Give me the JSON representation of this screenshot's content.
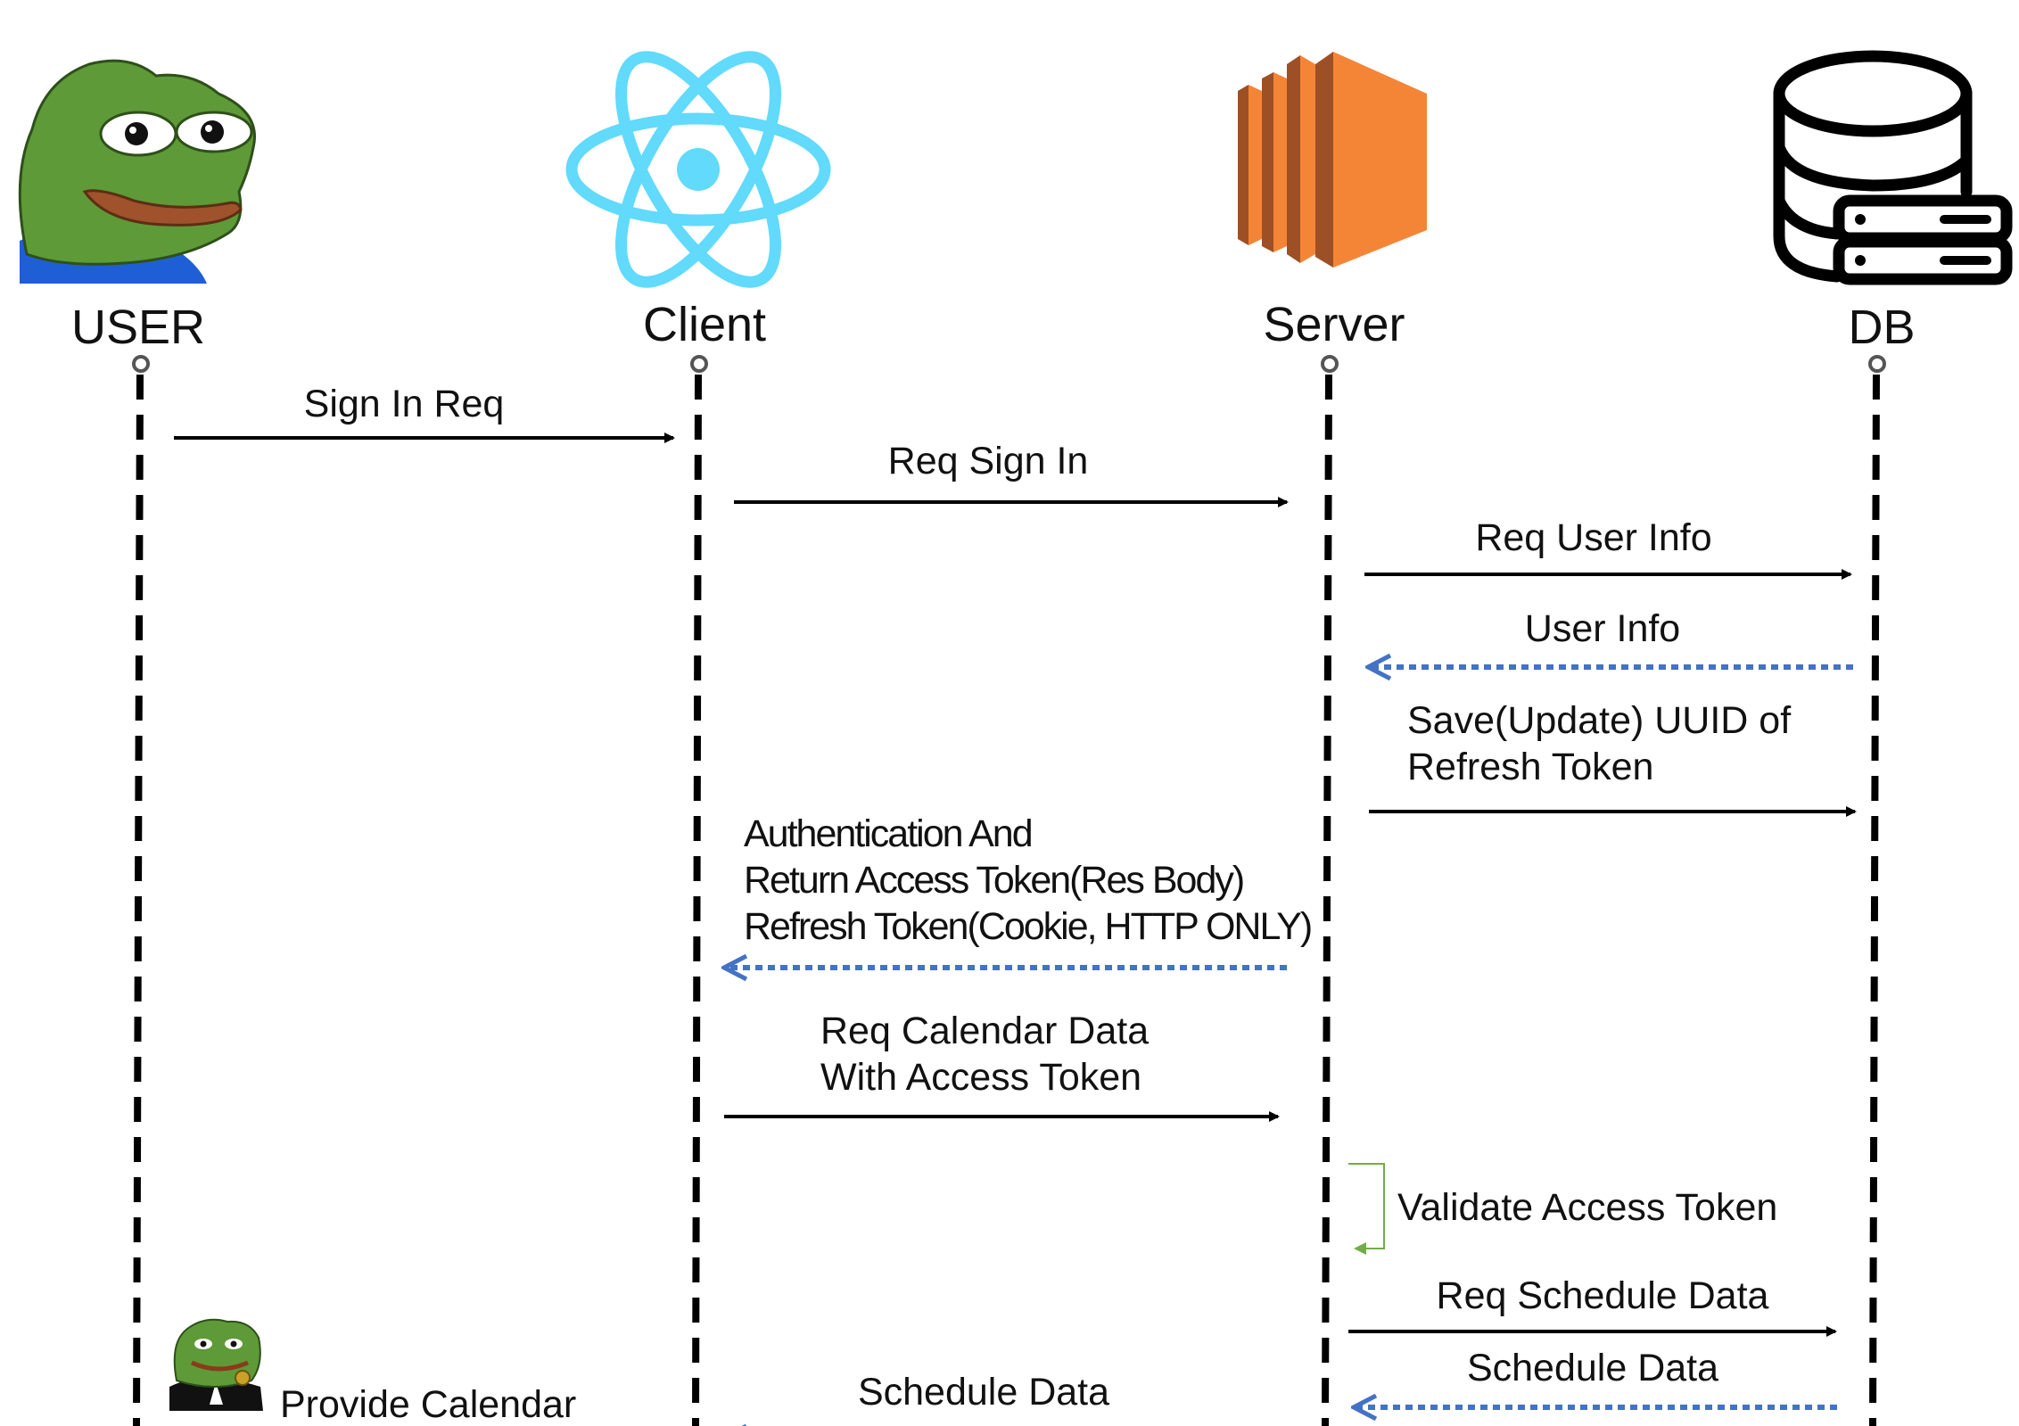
{
  "actors": [
    {
      "id": "user",
      "label": "USER",
      "icon": "frog-avatar-icon"
    },
    {
      "id": "client",
      "label": "Client",
      "icon": "react-atom-icon"
    },
    {
      "id": "server",
      "label": "Server",
      "icon": "aws-ec2-icon"
    },
    {
      "id": "db",
      "label": "DB",
      "icon": "database-server-icon"
    }
  ],
  "messages": [
    {
      "from": "user",
      "to": "client",
      "kind": "request",
      "lines": [
        "Sign In Req"
      ]
    },
    {
      "from": "client",
      "to": "server",
      "kind": "request",
      "lines": [
        "Req Sign In"
      ]
    },
    {
      "from": "server",
      "to": "db",
      "kind": "request",
      "lines": [
        "Req User Info"
      ]
    },
    {
      "from": "db",
      "to": "server",
      "kind": "response",
      "lines": [
        "User Info"
      ]
    },
    {
      "from": "server",
      "to": "db",
      "kind": "request",
      "lines": [
        "Save(Update) UUID of",
        "Refresh Token"
      ]
    },
    {
      "from": "server",
      "to": "client",
      "kind": "response",
      "lines": [
        "Authentication And",
        "Return Access Token(Res Body)",
        "Refresh Token(Cookie, HTTP ONLY)"
      ]
    },
    {
      "from": "client",
      "to": "server",
      "kind": "request",
      "lines": [
        "Req Calendar Data",
        "With Access Token"
      ]
    },
    {
      "from": "server",
      "to": "server",
      "kind": "self",
      "lines": [
        "Validate Access Token"
      ]
    },
    {
      "from": "server",
      "to": "db",
      "kind": "request",
      "lines": [
        "Req Schedule Data"
      ]
    },
    {
      "from": "db",
      "to": "server",
      "kind": "response",
      "lines": [
        "Schedule Data"
      ]
    },
    {
      "from": "server",
      "to": "client",
      "kind": "response",
      "lines": [
        "Schedule Data"
      ]
    }
  ],
  "notes": [
    {
      "actor": "user",
      "icon": "frog-avatar-small-icon",
      "text": "Provide Calendar"
    }
  ],
  "colors": {
    "request_arrow": "#000000",
    "response_arrow": "#4472C4",
    "self_arrow": "#70AD47",
    "react_icon": "#61DAFB",
    "aws_icon": "#F58536",
    "frog_skin": "#5E9A37"
  }
}
